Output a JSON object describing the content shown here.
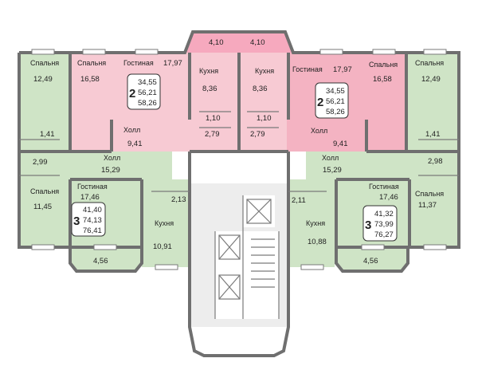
{
  "rooms": {
    "left_bedroom_top": {
      "name": "Спальня",
      "area": "12,49"
    },
    "pink_bedroom_left": {
      "name": "Спальня",
      "area": "16,58"
    },
    "pink_living_left": {
      "name": "Гостиная",
      "area": "17,97"
    },
    "kitchen_left_top": {
      "name": "Кухня",
      "area": "8,36"
    },
    "kitchen_right_top": {
      "name": "Кухня",
      "area": "8,36"
    },
    "pink_living_right": {
      "name": "Гостиная",
      "area": "17,97"
    },
    "pink_bedroom_right": {
      "name": "Спальня",
      "area": "16,58"
    },
    "right_bedroom_top": {
      "name": "Спальня",
      "area": "12,49"
    },
    "balcony_left_top": {
      "area": "4,10"
    },
    "balcony_right_top": {
      "area": "4,10"
    },
    "pink_hall_left": {
      "name": "Холл",
      "area": "9,41"
    },
    "pink_hall_right": {
      "name": "Холл",
      "area": "9,41"
    },
    "wc_left_pink": {
      "area": "1,10"
    },
    "wc_right_pink": {
      "area": "1,10"
    },
    "bath_left_pink": {
      "area": "2,79"
    },
    "bath_right_pink": {
      "area": "2,79"
    },
    "wc_left_green": {
      "area": "1,41"
    },
    "wc_right_green": {
      "area": "1,41"
    },
    "bath_left_green": {
      "area": "2,99"
    },
    "bath_right_green": {
      "area": "2,98"
    },
    "hall_left_green": {
      "name": "Холл",
      "area": "15,29"
    },
    "hall_right_green": {
      "name": "Холл",
      "area": "15,29"
    },
    "left_bedroom_bottom": {
      "name": "Спальня",
      "area": "11,45"
    },
    "green_living_left": {
      "name": "Гостиная",
      "area": "17,46"
    },
    "green_living_right": {
      "name": "Гостиная",
      "area": "17,46"
    },
    "right_bedroom_bottom": {
      "name": "Спальня",
      "area": "11,37"
    },
    "closet_left": {
      "area": "2,13"
    },
    "closet_right": {
      "area": "2,11"
    },
    "kitchen_left_bottom": {
      "name": "Кухня",
      "area": "10,91"
    },
    "kitchen_right_bottom": {
      "name": "Кухня",
      "area": "10,88"
    },
    "balcony_left_bottom": {
      "area": "4,56"
    },
    "balcony_right_bottom": {
      "area": "4,56"
    }
  },
  "apartments": {
    "pink_left": {
      "rooms": "2",
      "living": "34,55",
      "total": "56,21",
      "with_balcony": "58,26"
    },
    "pink_right": {
      "rooms": "2",
      "living": "34,55",
      "total": "56,21",
      "with_balcony": "58,26"
    },
    "green_left": {
      "rooms": "3",
      "living": "41,40",
      "total": "74,13",
      "with_balcony": "76,41"
    },
    "green_right": {
      "rooms": "3",
      "living": "41,32",
      "total": "73,99",
      "with_balcony": "76,27"
    }
  },
  "colors": {
    "green_apartment": "#cfe4c6",
    "pink_apartment": "#f7cad3",
    "pink_hall": "#f4b3c2",
    "pink_balcony": "#f6a9be",
    "walls": "#6f6f6f"
  }
}
